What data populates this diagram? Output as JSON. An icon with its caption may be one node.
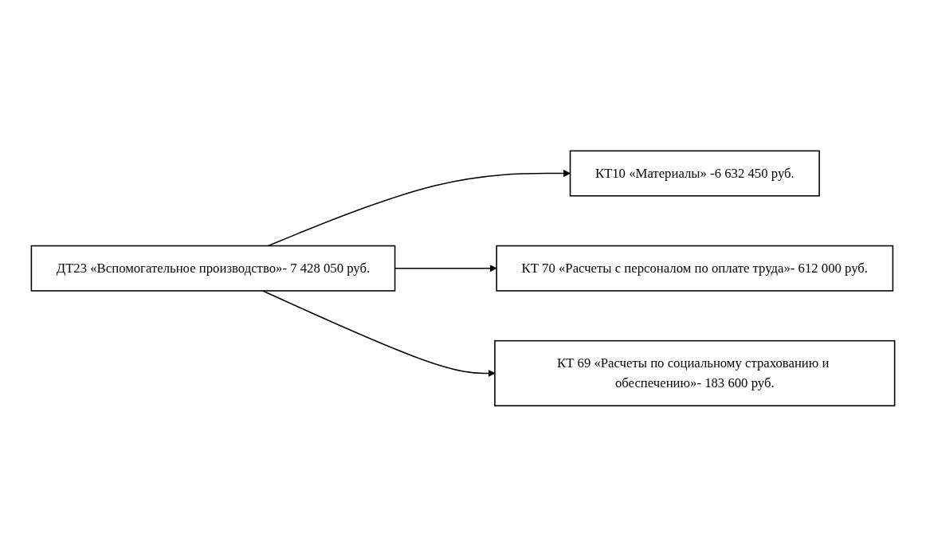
{
  "diagram": {
    "nodes": [
      {
        "text": [
          "ДТ23 «Вспомогательное производство»- 7 428 050 руб."
        ]
      },
      {
        "text": [
          "КТ10 «Материалы» -6 632 450 руб."
        ]
      },
      {
        "text": [
          "КТ 70 «Расчеты с персоналом по оплате труда»- 612 000 руб."
        ]
      },
      {
        "text": [
          "КТ 69 «Расчеты по социальному страхованию и обеспечению»- 183 600 руб."
        ]
      }
    ],
    "edges": [
      {
        "from": 0,
        "to": 1,
        "arrow": "to"
      },
      {
        "from": 0,
        "to": 2,
        "arrow": "to"
      },
      {
        "from": 0,
        "to": 3,
        "arrow": "to"
      }
    ]
  }
}
